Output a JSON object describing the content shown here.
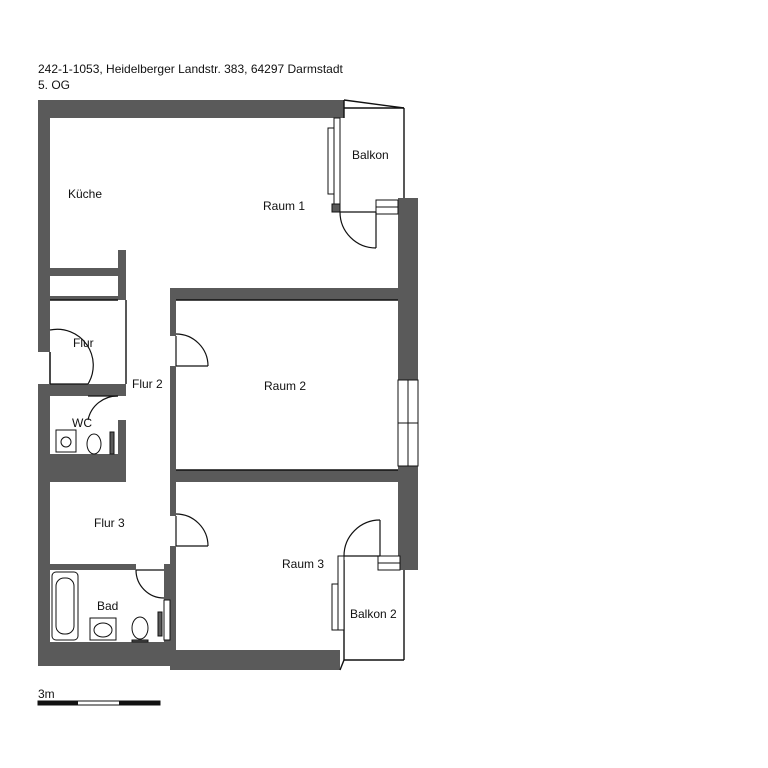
{
  "header": {
    "address": "242-1-1053, Heidelberger Landstr. 383, 64297 Darmstadt",
    "floor": "5. OG"
  },
  "rooms": {
    "kueche": "Küche",
    "raum1": "Raum 1",
    "balkon": "Balkon",
    "flur": "Flur",
    "flur2": "Flur 2",
    "raum2": "Raum 2",
    "wc": "WC",
    "flur3": "Flur 3",
    "raum3": "Raum 3",
    "bad": "Bad",
    "balkon2": "Balkon 2"
  },
  "scale": {
    "label": "3m"
  },
  "colors": {
    "wall": "#5a5a5a",
    "line": "#111111",
    "background": "#ffffff"
  }
}
